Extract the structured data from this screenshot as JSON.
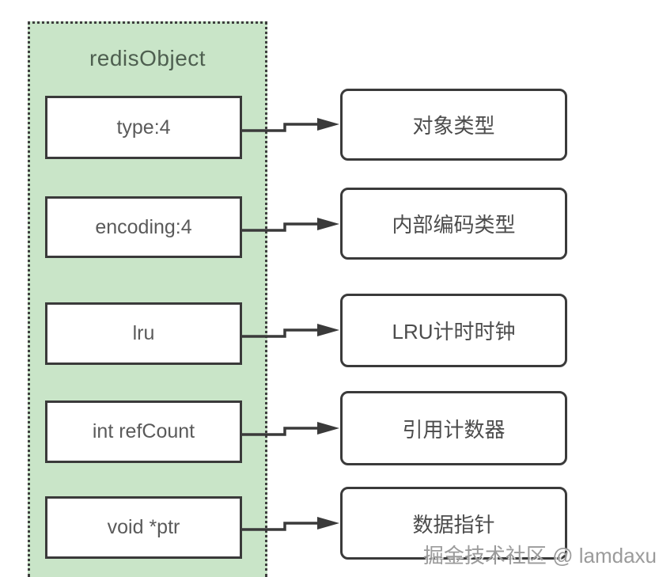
{
  "diagram": {
    "title": "redisObject",
    "rows": [
      {
        "field": "type:4",
        "desc": "对象类型"
      },
      {
        "field": "encoding:4",
        "desc": "内部编码类型"
      },
      {
        "field": "lru",
        "desc": "LRU计时时钟"
      },
      {
        "field": "int refCount",
        "desc": "引用计数器"
      },
      {
        "field": "void *ptr",
        "desc": "数据指针"
      }
    ],
    "watermark": "掘金技术社区 @ lamdaxu",
    "colors": {
      "panel_bg": "#c9e5c8",
      "panel_border": "#3e3e3e",
      "box_border": "#3a3a3a",
      "box_bg": "#ffffff",
      "field_text": "#5a5a5a",
      "desc_text": "#4c4c4c",
      "title_text": "#4e5f50",
      "arrow": "#3a3a3a",
      "watermark_text": "#9b9b9b"
    }
  }
}
